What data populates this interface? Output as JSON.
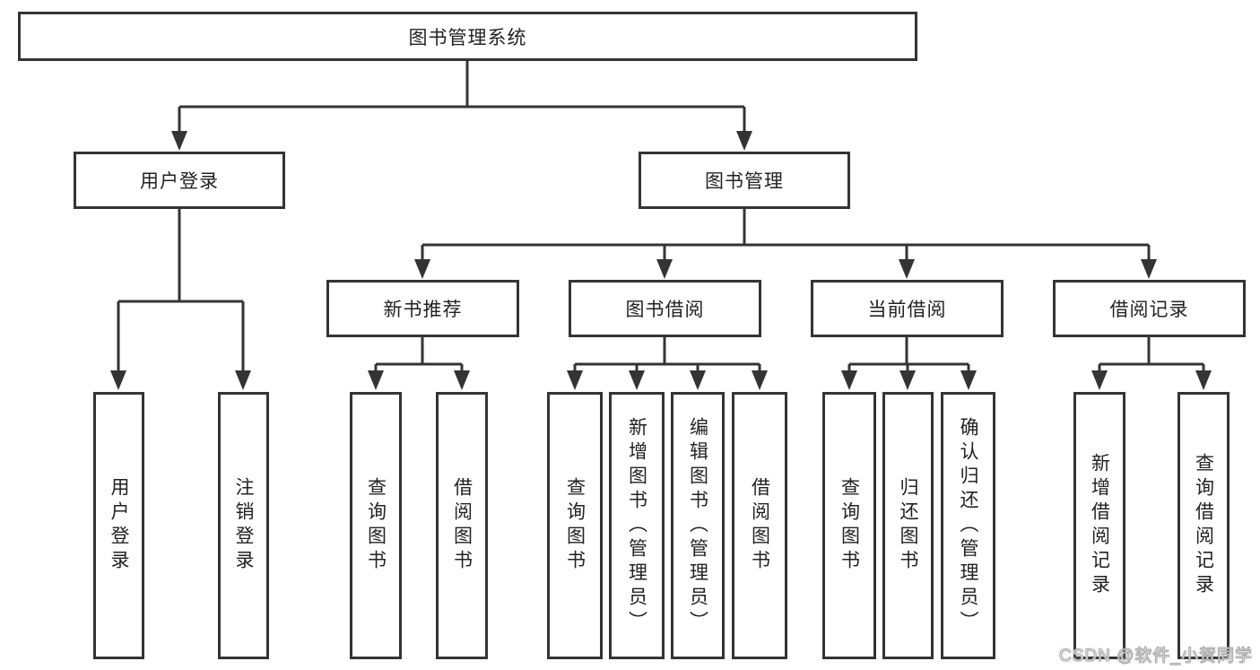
{
  "diagram": {
    "title": {
      "label": "图书管理系统"
    },
    "level2": {
      "user_login": {
        "label": "用户登录"
      },
      "book_mgmt": {
        "label": "图书管理"
      }
    },
    "level3": {
      "new_books": {
        "label": "新书推荐"
      },
      "borrow": {
        "label": "图书借阅"
      },
      "current": {
        "label": "当前借阅"
      },
      "records": {
        "label": "借阅记录"
      }
    },
    "leaves": {
      "user_login": [
        {
          "label": "用户登录"
        },
        {
          "label": "注销登录"
        }
      ],
      "new_books": [
        {
          "label": "查询图书"
        },
        {
          "label": "借阅图书"
        }
      ],
      "borrow": [
        {
          "label": "查询图书"
        },
        {
          "label": "新增图书（管理员）"
        },
        {
          "label": "编辑图书（管理员）"
        },
        {
          "label": "借阅图书"
        }
      ],
      "current": [
        {
          "label": "查询图书"
        },
        {
          "label": "归还图书"
        },
        {
          "label": "确认归还（管理员）"
        }
      ],
      "records": [
        {
          "label": "新增借阅记录"
        },
        {
          "label": "查询借阅记录"
        }
      ]
    },
    "watermark": {
      "text": "CSDN @软件_小贺同学"
    },
    "colors": {
      "line": "#343434",
      "box_border": "#343434",
      "text": "#222222",
      "background": "#ffffff",
      "watermark": "#d8d8d8"
    }
  }
}
